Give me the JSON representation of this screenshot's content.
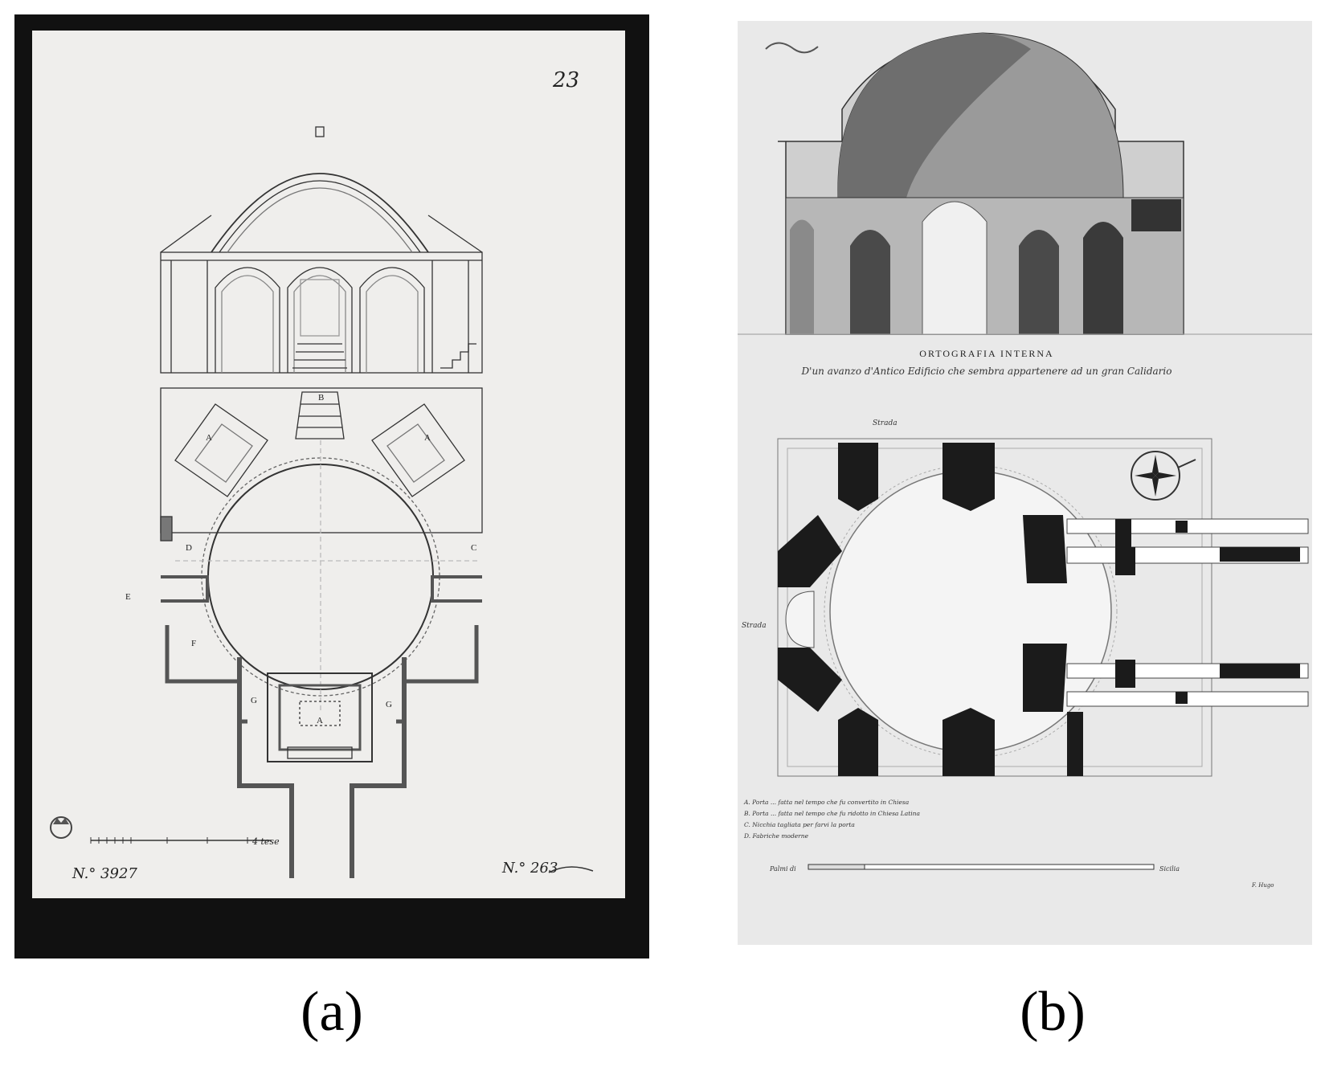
{
  "panel_a": {
    "page_number": "23",
    "inventory_number": "N.° 3927",
    "catalogue_number": "N.° 263",
    "scale_text": "4 tese",
    "plan_letters": {
      "top": "B",
      "left_upper": "D",
      "far_left": "E",
      "right": "C",
      "left_lower": "F",
      "gallery_left": "G",
      "gallery_right": "G",
      "apse": "A",
      "niche_left": "A",
      "niche_right": "A"
    }
  },
  "panel_b": {
    "title": "ORTOGRAFIA INTERNA",
    "subtitle": "D'un avanzo d'Antico Edificio che sembra appartenere ad un gran Calidario",
    "legend": [
      "A. Porta ... fatta nel tempo che fu convertito in Chiesa",
      "B. Porta ... fatta nel tempo che fu ridotto in Chiesa Latina",
      "C. Nicchia tagliata per farvi la porta",
      "D. Fabriche moderne"
    ],
    "scale_left": "Palmi di",
    "scale_right": "Sicilia",
    "signature": "F. Hugo",
    "plan_labels": {
      "top": "Strada",
      "side": "Strada"
    }
  },
  "captions": {
    "a": "(a)",
    "b": "(b)"
  }
}
